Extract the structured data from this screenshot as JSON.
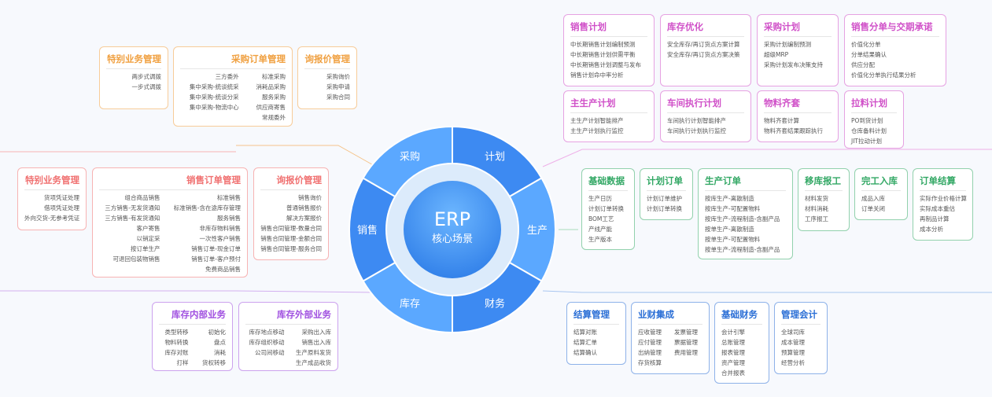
{
  "center": {
    "title": "ERP",
    "subtitle": "核心场景"
  },
  "segments": [
    "计划",
    "生产",
    "财务",
    "库存",
    "销售",
    "采购"
  ],
  "colors": {
    "purchase": "#f0a040",
    "sales": "#f07070",
    "inventory": "#a050e0",
    "plan": "#d050c8",
    "production": "#33a865",
    "finance": "#2b6fd6",
    "wheel_dark": "#3d8af2",
    "wheel_light": "#5ba8ff"
  },
  "modules": [
    {
      "id": "p-special",
      "group": "purchase",
      "title": "特别业务管理",
      "items": [
        "两步式调拨",
        "一步式调拨"
      ]
    },
    {
      "id": "p-order",
      "group": "purchase",
      "title": "采购订单管理",
      "cols": 2,
      "items": [
        "三方委外",
        "标准采购",
        "集中采购-统谈统采",
        "消耗品采购",
        "集中采购-统谈分采",
        "服务采购",
        "集中采购-物流中心",
        "供应商寄售",
        "",
        "常规委外"
      ]
    },
    {
      "id": "p-inquiry",
      "group": "purchase",
      "title": "询报价管理",
      "items": [
        "采购询价",
        "采购申请",
        "采购合同"
      ]
    },
    {
      "id": "s-special",
      "group": "sales",
      "title": "特别业务管理",
      "items": [
        "货项凭证处理",
        "借项凭证处理",
        "外向交货-无参考凭证"
      ]
    },
    {
      "id": "s-order",
      "group": "sales",
      "title": "销售订单管理",
      "cols": 2,
      "items": [
        "组合商品销售",
        "标准销售",
        "三方销售-无发货通知",
        "标准销售-含在途库存管理",
        "三方销售-有发货通知",
        "服务销售",
        "客户寄售",
        "非库存物料销售",
        "以销定采",
        "一次性客户销售",
        "按订单生产",
        "销售订单-现金订单",
        "可退回包装物销售",
        "销售订单-客户预付",
        "",
        "免费商品销售"
      ]
    },
    {
      "id": "s-inquiry",
      "group": "sales",
      "title": "询报价管理",
      "items": [
        "销售询价",
        "普通销售报价",
        "解决方案报价",
        "销售合同管理-数量合同",
        "销售合同管理-金额合同",
        "销售合同管理-服务合同"
      ]
    },
    {
      "id": "i-internal",
      "group": "inventory",
      "title": "库存内部业务",
      "cols": 2,
      "items": [
        "类型转移",
        "初始化",
        "物料转换",
        "盘点",
        "库存对账",
        "消耗",
        "打样",
        "货权转移"
      ]
    },
    {
      "id": "i-external",
      "group": "inventory",
      "title": "库存外部业务",
      "cols": 2,
      "items": [
        "库存地点移动",
        "采购出入库",
        "库存组织移动",
        "销售出入库",
        "公司间移动",
        "生产原料发货",
        "",
        "生产成品收货"
      ]
    },
    {
      "id": "pl-sales",
      "group": "plan",
      "title": "销售计划",
      "items": [
        "中长期销售计划编制预测",
        "中长期销售计划供需平衡",
        "中长期销售计划调整与发布",
        "销售计划命中率分析"
      ]
    },
    {
      "id": "pl-stock",
      "group": "plan",
      "title": "库存优化",
      "items": [
        "安全库存/再订货点方案计算",
        "安全库存/再订货点方案决策"
      ]
    },
    {
      "id": "pl-purchase",
      "group": "plan",
      "title": "采购计划",
      "items": [
        "采购计划编制预测",
        "超级MRP",
        "采购计划发布决策支持"
      ]
    },
    {
      "id": "pl-split",
      "group": "plan",
      "title": "销售分单与交期承诺",
      "items": [
        "价值化分单",
        "分单结果确认",
        "供应分配",
        "价值化分单执行结果分析"
      ]
    },
    {
      "id": "pl-master",
      "group": "plan",
      "title": "主生产计划",
      "items": [
        "主生产计划智能排产",
        "主生产计划执行监控"
      ]
    },
    {
      "id": "pl-shop",
      "group": "plan",
      "title": "车间执行计划",
      "items": [
        "车间执行计划智能排产",
        "车间执行计划执行监控"
      ]
    },
    {
      "id": "pl-kit",
      "group": "plan",
      "title": "物料齐套",
      "items": [
        "物料齐套计算",
        "物料齐套结果跟踪执行"
      ]
    },
    {
      "id": "pl-pull",
      "group": "plan",
      "title": "拉料计划",
      "items": [
        "PO到货计划",
        "仓库备料计划",
        "JIT拉动计划"
      ]
    },
    {
      "id": "pr-basic",
      "group": "production",
      "title": "基础数据",
      "items": [
        "生产日历",
        "计划订单转换",
        "BOM工艺",
        "产线产能",
        "生产版本"
      ]
    },
    {
      "id": "pr-plan",
      "group": "production",
      "title": "计划订单",
      "items": [
        "计划订单维护",
        "计划订单转换"
      ]
    },
    {
      "id": "pr-order",
      "group": "production",
      "title": "生产订单",
      "items": [
        "按库生产-离散制造",
        "按库生产-可配置物料",
        "按库生产-流程制造-含副产品",
        "按单生产-离散制造",
        "按单生产-可配置物料",
        "按单生产-流程制造-含副产品"
      ]
    },
    {
      "id": "pr-move",
      "group": "production",
      "title": "移库报工",
      "items": [
        "材料发货",
        "材料消耗",
        "工序报工"
      ]
    },
    {
      "id": "pr-done",
      "group": "production",
      "title": "完工入库",
      "items": [
        "成品入库",
        "订单关闭"
      ]
    },
    {
      "id": "pr-settle",
      "group": "production",
      "title": "订单结算",
      "items": [
        "实际作业价格计算",
        "实际成本重估",
        "再制品计算",
        "成本分析"
      ]
    },
    {
      "id": "f-settle",
      "group": "finance",
      "title": "结算管理",
      "items": [
        "结算对账",
        "结算汇单",
        "结算确认"
      ]
    },
    {
      "id": "f-biz",
      "group": "finance",
      "title": "业财集成",
      "cols": 2,
      "items": [
        "应收管理",
        "发票管理",
        "应付管理",
        "票据管理",
        "出纳管理",
        "费用管理",
        "存货核算",
        ""
      ]
    },
    {
      "id": "f-basic",
      "group": "finance",
      "title": "基础财务",
      "items": [
        "会计引擎",
        "总账管理",
        "报表管理",
        "资产管理",
        "合并报表"
      ]
    },
    {
      "id": "f-mgmt",
      "group": "finance",
      "title": "管理会计",
      "items": [
        "全球司库",
        "成本管理",
        "预算管理",
        "经营分析"
      ]
    }
  ]
}
